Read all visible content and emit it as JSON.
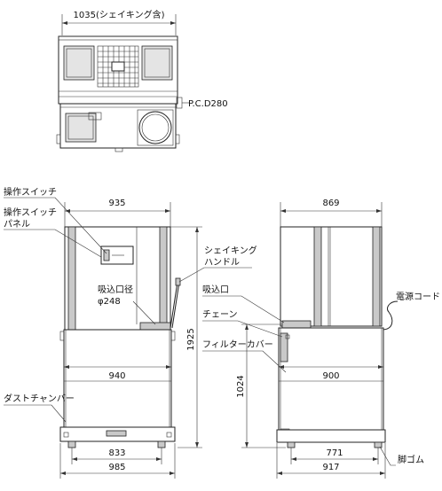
{
  "top_view": {
    "width_label": "1035(シェイキング含)",
    "pcd_label": "P.C.D280"
  },
  "front_view": {
    "width_top": "935",
    "width_mid": "940",
    "width_feet": "833",
    "width_base": "985",
    "height_total": "1925",
    "inlet_label": "吸込口径",
    "inlet_dia": "φ248",
    "labels": {
      "switch": "操作スイッチ",
      "panel_line1": "操作スイッチ",
      "panel_line2": "パネル",
      "shaking_line1": "シェイキング",
      "shaking_line2": "ハンドル",
      "dust_chamber": "ダストチャンバー"
    }
  },
  "side_view": {
    "width_top": "869",
    "width_mid": "900",
    "width_feet": "771",
    "width_base": "917",
    "height_inlet": "1024",
    "labels": {
      "inlet": "吸込口",
      "chain": "チェーン",
      "filter_cover": "フィルターカバー",
      "power_cord": "電源コード",
      "foot_rubber": "脚ゴム"
    }
  }
}
